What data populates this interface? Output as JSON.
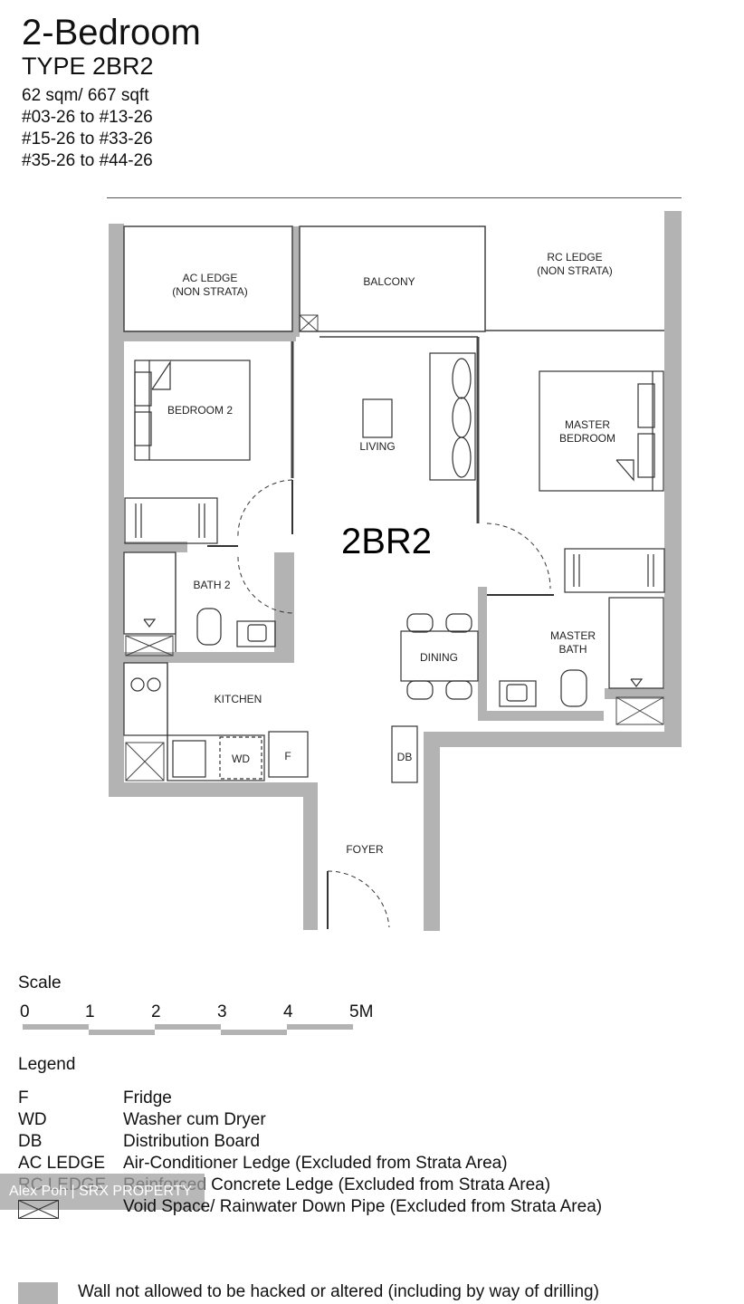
{
  "header": {
    "title": "2-Bedroom",
    "type": "TYPE 2BR2",
    "area": "62 sqm/ 667 sqft",
    "units": [
      "#03-26 to #13-26",
      "#15-26 to #33-26",
      "#35-26 to #44-26"
    ]
  },
  "plan": {
    "unit_code": "2BR2",
    "rooms": {
      "ac_ledge_1": "AC LEDGE",
      "ac_ledge_2": "(NON STRATA)",
      "balcony": "BALCONY",
      "rc_ledge_1": "RC LEDGE",
      "rc_ledge_2": "(NON STRATA)",
      "bedroom2": "BEDROOM 2",
      "living": "LIVING",
      "master_bedroom_1": "MASTER",
      "master_bedroom_2": "BEDROOM",
      "bath2": "BATH 2",
      "dining": "DINING",
      "master_bath_1": "MASTER",
      "master_bath_2": "BATH",
      "kitchen": "KITCHEN",
      "wd": "WD",
      "fridge": "F",
      "db": "DB",
      "foyer": "FOYER"
    },
    "colors": {
      "wall": "#b3b3b3",
      "line": "#333333"
    }
  },
  "scale": {
    "title": "Scale",
    "ticks": [
      "0",
      "1",
      "2",
      "3",
      "4",
      "5M"
    ]
  },
  "legend": {
    "title": "Legend",
    "items": [
      {
        "key": "F",
        "value": "Fridge"
      },
      {
        "key": "WD",
        "value": "Washer cum Dryer"
      },
      {
        "key": "DB",
        "value": "Distribution Board"
      },
      {
        "key": "AC LEDGE",
        "value": "Air-Conditioner Ledge (Excluded from Strata Area)"
      },
      {
        "key": "RC LEDGE",
        "value": "Reinforced Concrete Ledge (Excluded from Strata Area)"
      }
    ],
    "void_value": "Void Space/ Rainwater Down Pipe (Excluded from Strata Area)",
    "wall_note": "Wall not allowed to be hacked or altered (including by way of drilling)"
  },
  "watermark": "Alex Poh | SRX PROPERTY"
}
